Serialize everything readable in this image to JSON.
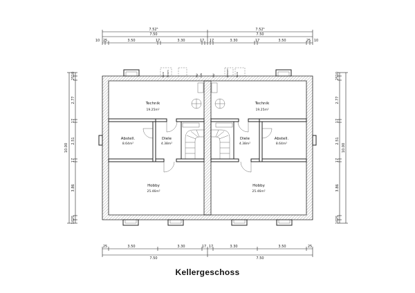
{
  "title": "Kellergeschoss",
  "dims_top": {
    "row1": [
      "7.52⁵",
      "7.52⁵"
    ],
    "row2": [
      "7.50",
      "7.50"
    ],
    "row3": [
      "10",
      "25",
      "3.50",
      "17",
      "3.30",
      "17",
      "17",
      "3.30",
      "17",
      "3.50",
      "25",
      "10"
    ]
  },
  "dims_bottom": {
    "row1": [
      "25",
      "3.50",
      "3.30",
      "17",
      "17",
      "3.30",
      "3.50",
      "25"
    ],
    "row2": [
      "7.50",
      "7.50"
    ]
  },
  "dims_left": {
    "outer": "10.00",
    "parts": [
      "10",
      "25",
      "2.77",
      "17",
      "2.51",
      "17",
      "3.86",
      "25",
      "10"
    ]
  },
  "dims_right": {
    "outer": "10.00",
    "parts": [
      "10",
      "25",
      "2.77",
      "17",
      "2.51",
      "17",
      "3.86",
      "25",
      "10"
    ]
  },
  "rooms": {
    "technik_left": {
      "name": "Technik",
      "area": "19.25m²"
    },
    "technik_right": {
      "name": "Technik",
      "area": "19.25m²"
    },
    "abstell_left": {
      "name": "Abstell.",
      "area": "8.64m²"
    },
    "abstell_right": {
      "name": "Abstell.",
      "area": "8.64m²"
    },
    "diele_left": {
      "name": "Diele",
      "area": "4.38m²"
    },
    "diele_right": {
      "name": "Diele",
      "area": "4.38m²"
    },
    "hobby_left": {
      "name": "Hobby",
      "area": "25.46m²"
    },
    "hobby_right": {
      "name": "Hobby",
      "area": "25.46m²"
    }
  },
  "fixtures": {
    "left": [
      "Kurz",
      "Strom",
      "FW",
      "HW"
    ],
    "right": [
      "FW",
      "Wasser",
      "Kurz"
    ]
  }
}
